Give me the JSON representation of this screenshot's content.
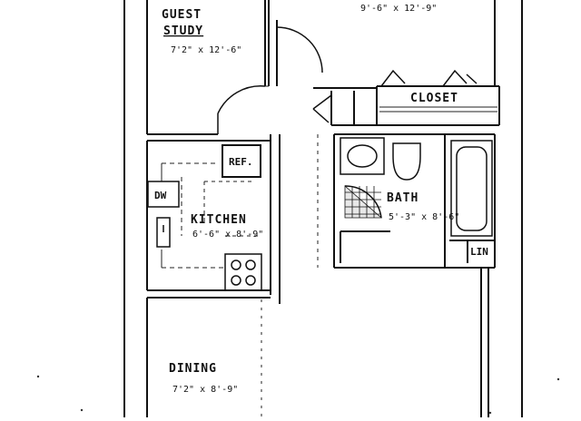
{
  "plan": {
    "rooms": {
      "guest_study": {
        "line1": "GUEST",
        "line2": "STUDY",
        "dimensions": "7'2\" x 12'-6\""
      },
      "bedroom_top": {
        "dimensions": "9'-6\" x 12'-9\""
      },
      "closet": {
        "label": "CLOSET"
      },
      "kitchen": {
        "label": "KITCHEN",
        "dimensions": "6'-6\" x 8'-9\""
      },
      "bath": {
        "label": "BATH",
        "dimensions": "5'-3\" x 8'-6\""
      },
      "linen": {
        "label": "LIN"
      },
      "dining": {
        "label": "DINING",
        "dimensions": "7'2\" x 8'-9\""
      }
    },
    "fixtures": {
      "refrigerator": "REF.",
      "dishwasher": "DW"
    }
  }
}
